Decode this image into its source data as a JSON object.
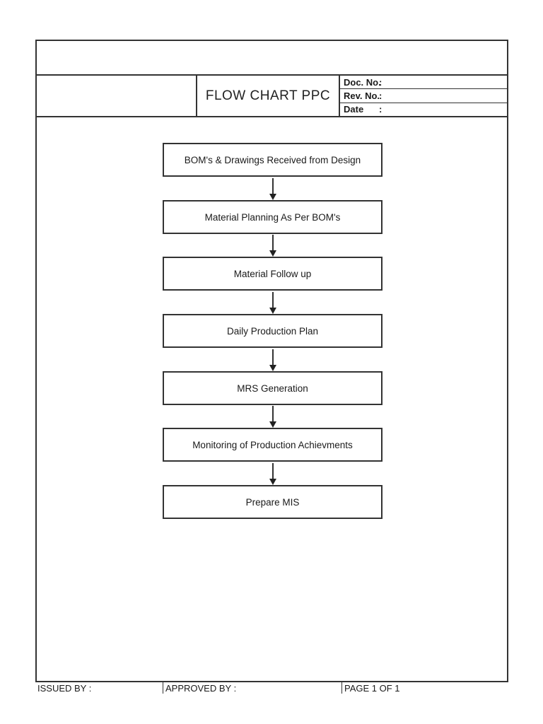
{
  "document": {
    "title": "FLOW CHART PPC",
    "meta": {
      "rows": [
        {
          "label": "Doc. No.",
          "colon": ":"
        },
        {
          "label": "Rev. No.",
          "colon": ":"
        },
        {
          "label": "Date",
          "colon": ":"
        }
      ]
    },
    "footer": {
      "issued_by": "ISSUED BY :",
      "approved_by": "APPROVED BY :",
      "page": "PAGE 1 OF 1"
    }
  },
  "flowchart": {
    "steps": [
      "BOM's & Drawings Received from Design",
      "Material Planning As Per BOM's",
      "Material Follow up",
      "Daily Production Plan",
      "MRS Generation",
      "Monitoring of Production Achievments",
      "Prepare MIS"
    ]
  },
  "colors": {
    "border": "#333333",
    "text": "#1a1a1a",
    "background": "#ffffff"
  }
}
